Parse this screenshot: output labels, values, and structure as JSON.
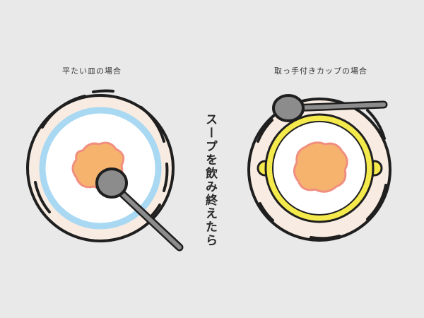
{
  "left_caption": "平たい皿の場合",
  "right_caption": "取っ手付きカップの場合",
  "center_text": "スープを飲み終えたら",
  "colors": {
    "background": "#e9e9e9",
    "plate": "#f8ece2",
    "outline": "#1f1f1f",
    "soup_bowl_rim": "#a9d8f2",
    "soup": "#f6b36e",
    "soup_edge": "#f08f7f",
    "cup_rim": "#f5ea4c",
    "spoon": "#8c8c8c"
  }
}
